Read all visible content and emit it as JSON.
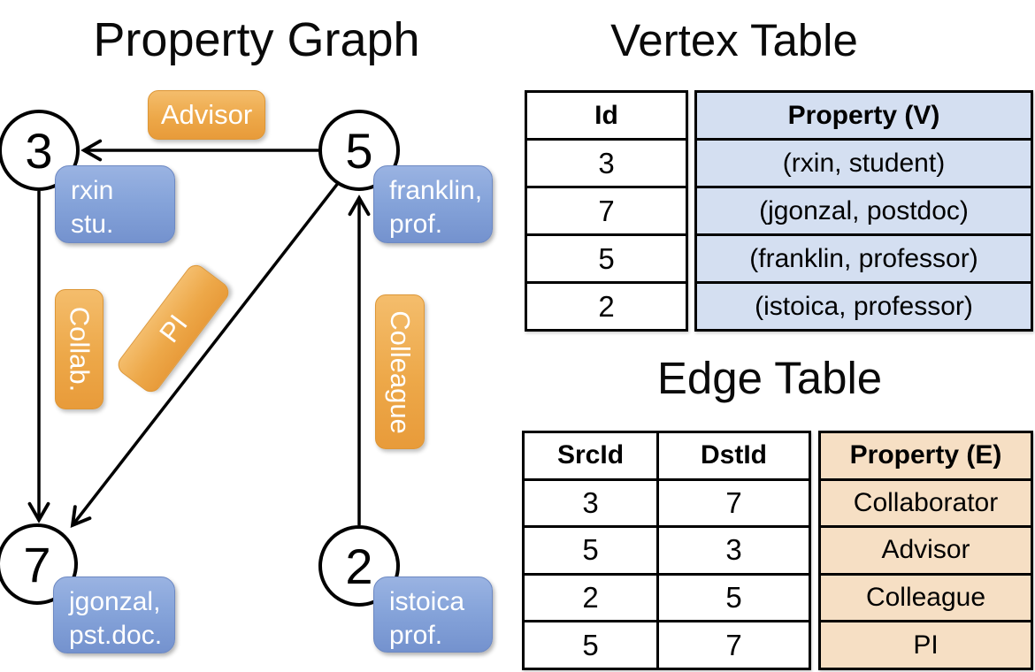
{
  "graph_panel": {
    "title": "Property Graph",
    "nodes": {
      "n3": {
        "id": "3",
        "line1": "rxin",
        "line2": "stu."
      },
      "n5": {
        "id": "5",
        "line1": "franklin,",
        "line2": "prof."
      },
      "n7": {
        "id": "7",
        "line1": "jgonzal,",
        "line2": "pst.doc."
      },
      "n2": {
        "id": "2",
        "line1": "istoica",
        "line2": "prof."
      }
    },
    "edge_labels": {
      "advisor": "Advisor",
      "collab": "Collab.",
      "pi": "PI",
      "colleague": "Colleague"
    }
  },
  "vertex_table": {
    "title": "Vertex Table",
    "headers": {
      "id": "Id",
      "property": "Property (V)"
    },
    "rows": [
      {
        "id": "3",
        "property": "(rxin, student)"
      },
      {
        "id": "7",
        "property": "(jgonzal, postdoc)"
      },
      {
        "id": "5",
        "property": "(franklin, professor)"
      },
      {
        "id": "2",
        "property": "(istoica, professor)"
      }
    ]
  },
  "edge_table": {
    "title": "Edge Table",
    "headers": {
      "src": "SrcId",
      "dst": "DstId",
      "property": "Property (E)"
    },
    "rows": [
      {
        "src": "3",
        "dst": "7",
        "property": "Collaborator"
      },
      {
        "src": "5",
        "dst": "3",
        "property": "Advisor"
      },
      {
        "src": "2",
        "dst": "5",
        "property": "Colleague"
      },
      {
        "src": "5",
        "dst": "7",
        "property": "PI"
      }
    ]
  },
  "colors": {
    "edge_label_fill_top": "#f4bd6c",
    "edge_label_fill_bottom": "#e89b3a",
    "vertex_box_fill_top": "#9ab3e2",
    "vertex_box_fill_bottom": "#7492ce",
    "vertex_table_cell_fill": "#d4dff1",
    "edge_table_cell_fill": "#f6dfc4",
    "line_color": "#000000"
  }
}
